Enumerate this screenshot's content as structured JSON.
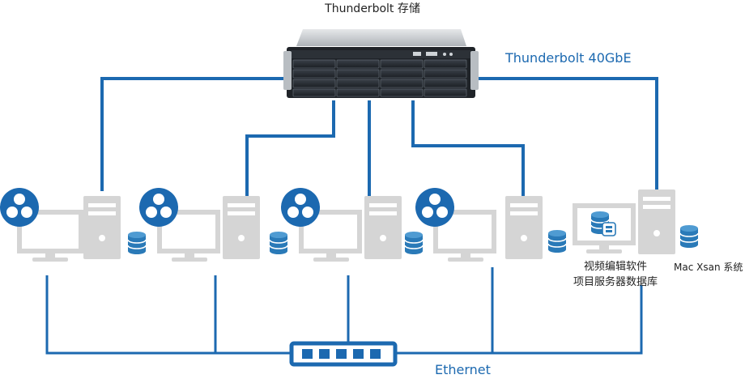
{
  "labels": {
    "storage_title": "Thunderbolt 存储",
    "thunderbolt_link": "Thunderbolt 40GbE",
    "ethernet": "Ethernet",
    "video_software_line1": "视频编辑软件",
    "video_software_line2": "项目服务器数据库",
    "mac_xsan": "Mac Xsan 系统"
  },
  "colors": {
    "link_blue": "#1c69b0",
    "device_gray": "#d5d5d5",
    "storage_dark": "#23272d",
    "switch_blue": "#1c69b0",
    "label_blue": "#1c69b0"
  },
  "icons": {
    "workstation_app": "davinci-resolve-icon",
    "database": "database-icon",
    "storage": "rack-storage-icon",
    "switch": "network-switch-icon"
  }
}
